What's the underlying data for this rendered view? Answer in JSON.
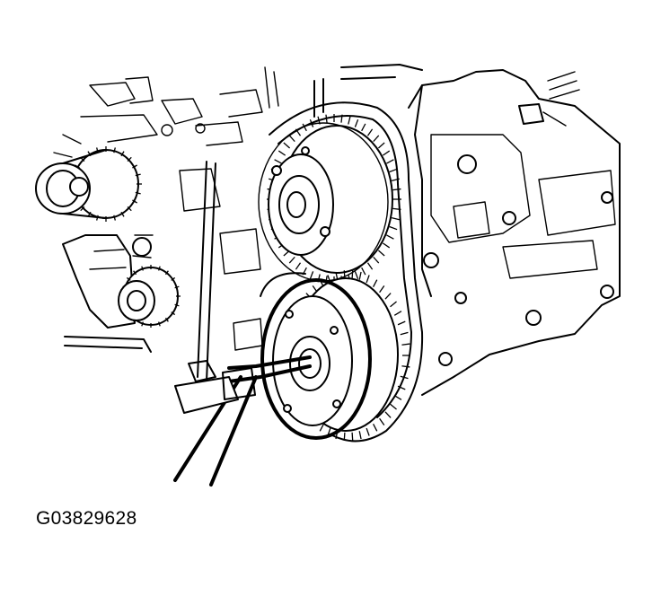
{
  "figure": {
    "id_label": "G03829628"
  },
  "icons": [
    "engine-block-drawing",
    "camshaft-sprocket",
    "crankshaft-sprocket",
    "idler-pulley",
    "tensioner-pulley",
    "holding-tool"
  ],
  "colors": {
    "line": "#000000",
    "background": "#ffffff"
  }
}
